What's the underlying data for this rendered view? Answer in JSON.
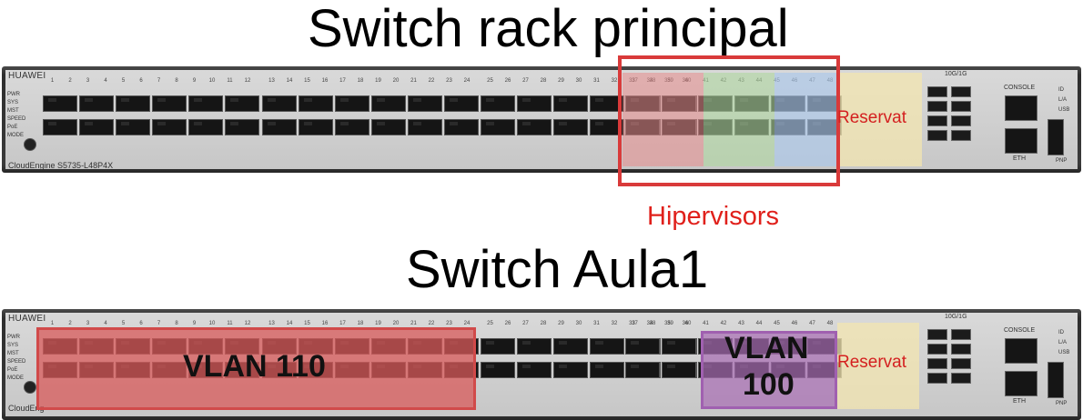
{
  "titles": {
    "top": "Switch rack principal",
    "bottom": "Switch Aula1"
  },
  "switch_labels": {
    "brand": "HUAWEI",
    "model": "CloudEngine S5735-L48P4X",
    "model_short": "CloudEng",
    "leds_left": [
      "PWR",
      "SYS",
      "MST",
      "SPEED",
      "PoE",
      "MODE"
    ],
    "leds_right": [
      "ID",
      "L/A",
      "USB"
    ],
    "console": "CONSOLE",
    "eth": "ETH",
    "pnp": "PNP",
    "sfp_label": "10G/1G"
  },
  "annotations": {
    "top_reserved": "Reservat",
    "hypervisors": "Hipervisors",
    "vlan110": "VLAN 110",
    "vlan100_line1": "VLAN",
    "vlan100_line2": "100",
    "bottom_reserved": "Reservat"
  },
  "colors": {
    "hypervisor_frame": "#d93a3a",
    "hypervisor_text": "#e0201b",
    "reserved_text": "#d41f1f",
    "zone_red": "#e8a0a0",
    "zone_green": "#b9d8a8",
    "zone_blue": "#b6cde8",
    "zone_yellow": "#f3e6b0",
    "vlan110_fill": "#d85a5a",
    "vlan100_fill": "#a06ab0"
  },
  "port_groups": {
    "top": [
      {
        "ports": [
          "1",
          "2",
          "3",
          "4",
          "5",
          "6",
          "7",
          "8",
          "9",
          "10",
          "11",
          "12"
        ]
      },
      {
        "ports": [
          "13",
          "14",
          "15",
          "16",
          "17",
          "18",
          "19",
          "20",
          "21",
          "22",
          "23",
          "24"
        ]
      },
      {
        "ports": [
          "25",
          "26",
          "27",
          "28",
          "29",
          "30",
          "31",
          "32",
          "33",
          "34",
          "35",
          "36"
        ]
      },
      {
        "ports": [
          "37",
          "38",
          "39",
          "40",
          "41",
          "42",
          "43",
          "44",
          "45",
          "46",
          "47",
          "48"
        ]
      }
    ]
  }
}
